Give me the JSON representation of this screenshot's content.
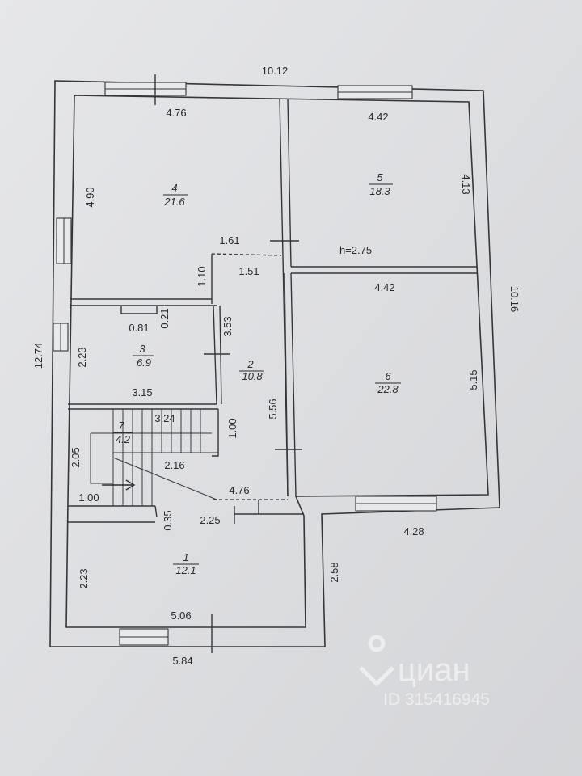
{
  "plan": {
    "outer_dimensions": {
      "top_width": "10.12",
      "left_height": "12.74",
      "right_height": "10.16",
      "bottom_left_width": "5.84",
      "bottom_right_width": "4.28",
      "step_height": "2.58"
    },
    "ceiling_height": "h=2.75",
    "rooms": [
      {
        "number": "1",
        "area": "12.1"
      },
      {
        "number": "2",
        "area": "10.8"
      },
      {
        "number": "3",
        "area": "6.9"
      },
      {
        "number": "4",
        "area": "21.6"
      },
      {
        "number": "5",
        "area": "18.3"
      },
      {
        "number": "6",
        "area": "22.8"
      },
      {
        "number": "7",
        "area": "4.2"
      }
    ],
    "dimensions": {
      "r4_width": "4.76",
      "r4_height": "4.90",
      "r5_width": "4.42",
      "r5_height": "4.13",
      "r6_width": "4.42",
      "r6_height": "5.15",
      "hall_top": "1.61",
      "hall_inner": "1.51",
      "hall_step": "1.10",
      "r3_depth": "3.53",
      "niche_w": "0.81",
      "niche_h": "0.21",
      "r3_height": "2.23",
      "r3_width": "3.15",
      "r7_width": "3.24",
      "r7_height": "2.05",
      "stair_top": "1.00",
      "stair_run": "2.16",
      "stair_landing": "1.00",
      "hall_length": "5.56",
      "corridor_width": "4.76",
      "gap": "0.35",
      "r1_top": "2.25",
      "r1_height": "2.23",
      "r1_width": "5.06"
    }
  },
  "watermark": {
    "brand": "циан",
    "id_text": "ID 315416945"
  },
  "colors": {
    "paper": "#dfe0e2",
    "ink": "#36363a"
  }
}
